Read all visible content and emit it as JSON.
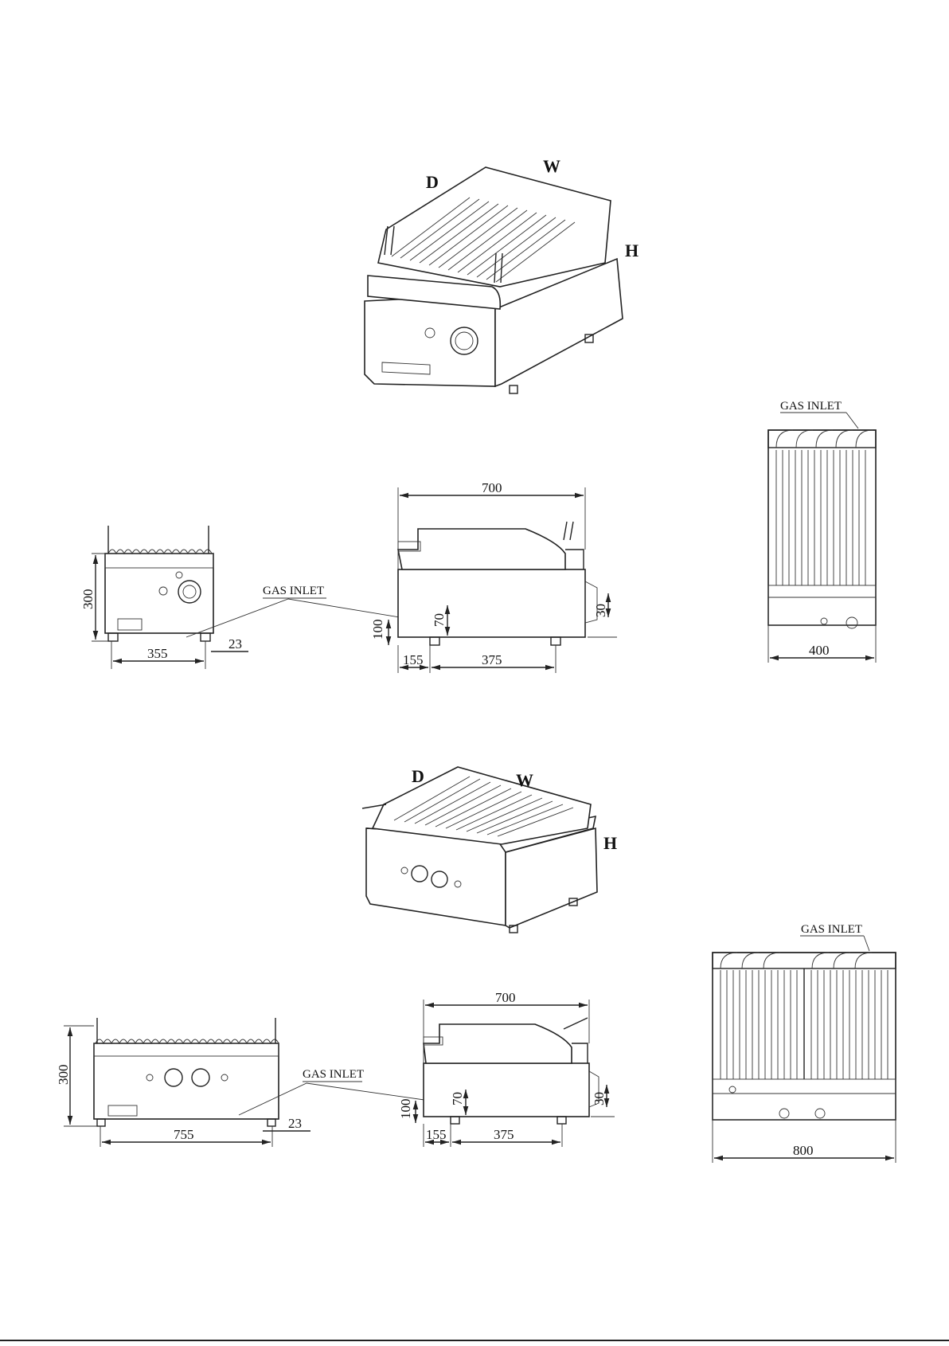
{
  "models": [
    {
      "iso": {
        "d": "D",
        "w": "W",
        "h": "H"
      },
      "front": {
        "height": "300",
        "width": "355",
        "leg": "23"
      },
      "side": {
        "length": "700",
        "inlet_h": "100",
        "inlet_rise": "70",
        "offset": "155",
        "foot_span": "375",
        "foot_h": "30"
      },
      "top": {
        "width": "400"
      },
      "gas_inlet": "GAS INLET"
    },
    {
      "iso": {
        "d": "D",
        "w": "W",
        "h": "H"
      },
      "front": {
        "height": "300",
        "width": "755",
        "leg": "23"
      },
      "side": {
        "length": "700",
        "inlet_h": "100",
        "inlet_rise": "70",
        "offset": "155",
        "foot_span": "375",
        "foot_h": "30"
      },
      "top": {
        "width": "800"
      },
      "gas_inlet": "GAS INLET"
    }
  ]
}
